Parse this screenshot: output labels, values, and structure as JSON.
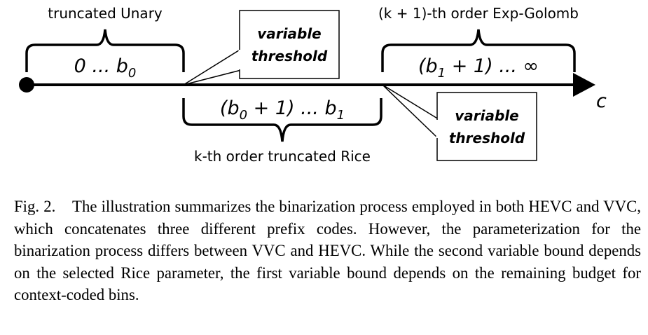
{
  "diagram": {
    "top_left_label": "truncated Unary",
    "top_right_label": "(k + 1)-th order Exp-Golomb",
    "bottom_label": "k-th order truncated Rice",
    "range1": {
      "main": "0 ... b",
      "sub": "0"
    },
    "range2": {
      "open": "(b",
      "sub": "0",
      "close": " + 1) ... b",
      "sub2": "1"
    },
    "range3": {
      "open": "(b",
      "sub": "1",
      "close": " + 1) ... ∞"
    },
    "axis_label": "c",
    "callout1": {
      "line1": "variable",
      "line2": "threshold"
    },
    "callout2": {
      "line1": "variable",
      "line2": "threshold"
    }
  },
  "caption": {
    "figure_number": "Fig. 2.",
    "text": "The illustration summarizes the binarization process employed in both HEVC and VVC, which concatenates three different prefix codes. However, the parameterization for the binarization process differs between VVC and HEVC. While the second variable bound depends on the selected Rice parameter, the first variable bound depends on the remaining budget for context-coded bins."
  }
}
